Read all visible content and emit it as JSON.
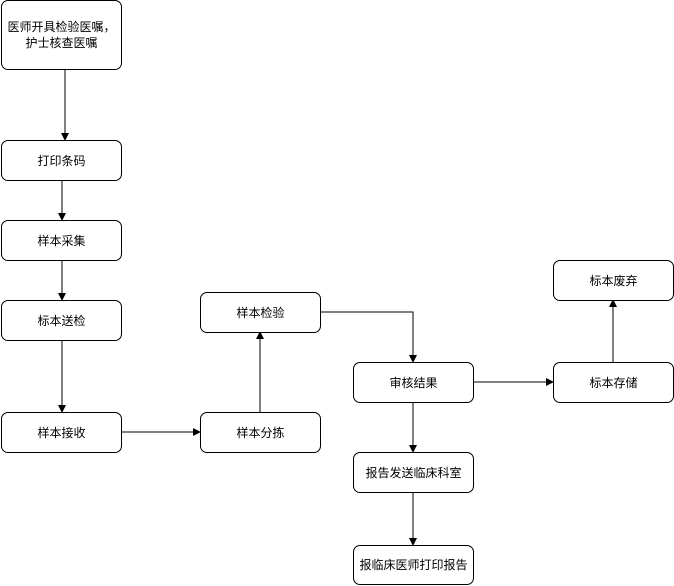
{
  "nodes": {
    "n1": "医师开具检验医嘱，\n护士核查医嘱",
    "n2": "打印条码",
    "n3": "样本采集",
    "n4": "标本送检",
    "n5": "样本接收",
    "n6": "样本分拣",
    "n7": "样本检验",
    "n8": "审核结果",
    "n9": "报告发送临床科室",
    "n10": "报临床医师打印报告",
    "n11": "标本存储",
    "n12": "标本废弃"
  },
  "edges": [
    {
      "from": "n1",
      "to": "n2"
    },
    {
      "from": "n2",
      "to": "n3"
    },
    {
      "from": "n3",
      "to": "n4"
    },
    {
      "from": "n4",
      "to": "n5"
    },
    {
      "from": "n5",
      "to": "n6"
    },
    {
      "from": "n6",
      "to": "n7"
    },
    {
      "from": "n7",
      "to": "n8"
    },
    {
      "from": "n8",
      "to": "n9"
    },
    {
      "from": "n9",
      "to": "n10"
    },
    {
      "from": "n8",
      "to": "n11"
    },
    {
      "from": "n11",
      "to": "n12"
    }
  ]
}
